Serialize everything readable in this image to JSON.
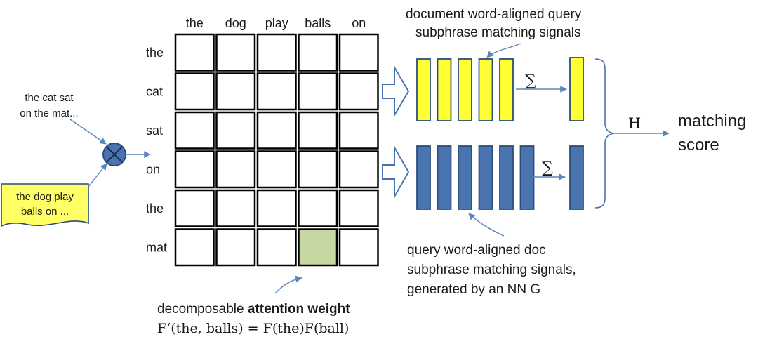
{
  "colors": {
    "yellow_bar": "#ffff33",
    "blue_bar": "#4a74b0",
    "highlight_cell": "#c6d8a2",
    "arrow": "#5b86b8",
    "note_fill": "#ffff66"
  },
  "icons": {
    "combine": "circled-times-icon",
    "sum": "summation-icon",
    "hollow_arrow": "hollow-right-arrow-icon"
  },
  "matrix": {
    "columns": [
      "the",
      "dog",
      "play",
      "balls",
      "on"
    ],
    "rows": [
      "the",
      "cat",
      "sat",
      "on",
      "the",
      "mat"
    ],
    "highlight": {
      "row": 5,
      "col": 3
    }
  },
  "inputs": {
    "document_text": [
      "the cat sat",
      "on the mat..."
    ],
    "query_text": [
      "the dog play",
      "balls on ..."
    ]
  },
  "labels": {
    "top_note": [
      "document word-aligned query",
      "subphrase matching signals"
    ],
    "bottom_note": [
      "query word-aligned doc",
      "subphrase matching signals,",
      "generated by an NN G"
    ],
    "sum_symbol": "∑",
    "h_symbol": "H",
    "output": [
      "matching",
      "score"
    ],
    "attention_prefix": "decomposable ",
    "attention_bold": "attention weight",
    "formula": "F‘(the, balls) = F(the)F(ball)"
  },
  "bars": {
    "yellow_count": 5,
    "blue_count": 6
  }
}
